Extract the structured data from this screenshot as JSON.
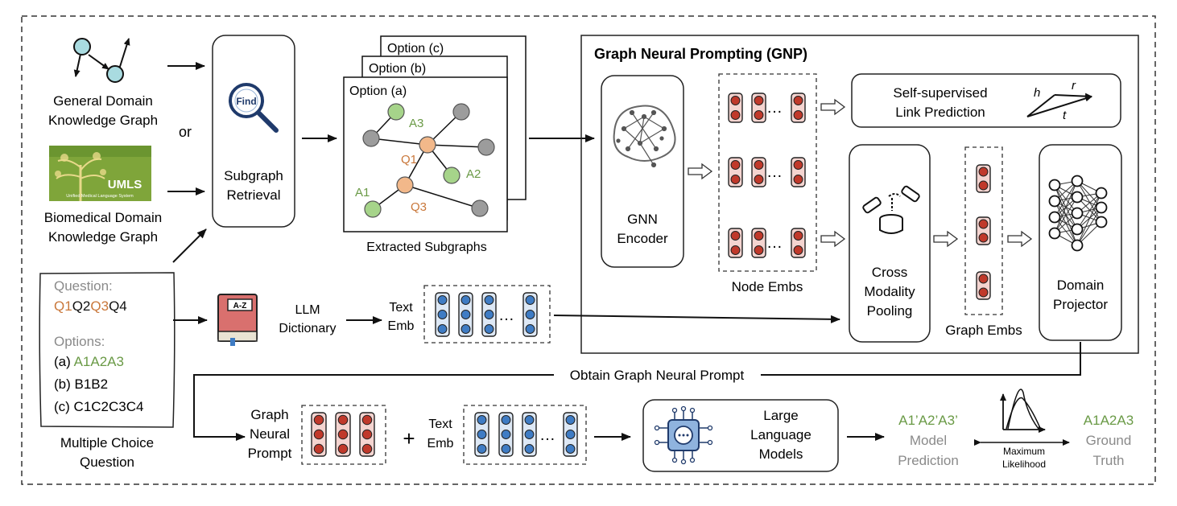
{
  "inputs": {
    "general_kg": [
      "General Domain",
      "Knowledge Graph"
    ],
    "or": "or",
    "umls_logo": "UMLS",
    "umls_tagline": "Unified Medical Language System",
    "biomedical_kg": [
      "Biomedical Domain",
      "Knowledge Graph"
    ]
  },
  "retrieval": {
    "find_label": "Find",
    "label": [
      "Subgraph",
      "Retrieval"
    ]
  },
  "subgraphs": {
    "option_c": "Option (c)",
    "option_b": "Option (b)",
    "option_a": "Option (a)",
    "nodes": {
      "a3": "A3",
      "q1": "Q1",
      "a2": "A2",
      "a1": "A1",
      "q3": "Q3"
    },
    "caption": "Extracted Subgraphs"
  },
  "mcq": {
    "question_label": "Question:",
    "q_tokens": [
      {
        "text": "Q1",
        "color": "#c9773a"
      },
      {
        "text": "Q2",
        "color": "#111111"
      },
      {
        "text": "Q3",
        "color": "#c9773a"
      },
      {
        "text": "Q4",
        "color": "#111111"
      }
    ],
    "options_label": "Options:",
    "option_a_prefix": "(a) ",
    "option_a_value": "A1A2A3",
    "option_b": "(b) B1B2",
    "option_c": "(c) C1C2C3C4",
    "caption": [
      "Multiple Choice",
      "Question"
    ]
  },
  "dictionary": {
    "book_label": "A-Z",
    "label": [
      "LLM",
      "Dictionary"
    ]
  },
  "text_emb_1": [
    "Text",
    "Emb"
  ],
  "ellipsis": "…",
  "gnp": {
    "title": "Graph Neural Prompting (GNP)",
    "gnn_encoder": [
      "GNN",
      "Encoder"
    ],
    "node_embs": "Node Embs",
    "link_pred": [
      "Self-supervised",
      "Link Prediction"
    ],
    "link_symbols": {
      "h": "h",
      "r": "r",
      "t": "t"
    },
    "pooling": [
      "Cross",
      "Modality",
      "Pooling"
    ],
    "graph_embs": "Graph Embs",
    "projector": [
      "Domain",
      "Projector"
    ]
  },
  "obtain_prompt": "Obtain Graph Neural Prompt",
  "bottom": {
    "gnp_prompt": [
      "Graph",
      "Neural",
      "Prompt"
    ],
    "plus": "+",
    "text_emb_2": [
      "Text",
      "Emb"
    ],
    "llm": [
      "Large",
      "Language",
      "Models"
    ],
    "prediction_value": "A1’A2’A3’",
    "prediction_label": [
      "Model",
      "Prediction"
    ],
    "max_likelihood": [
      "Maximum",
      "Likelihood"
    ],
    "truth_value": "A1A2A3",
    "truth_label": [
      "Ground",
      "Truth"
    ]
  },
  "colors": {
    "green": "#6a9a46",
    "orange": "#c9773a",
    "gray_text": "#8a8a8a",
    "node_teal": "#a9dbe0",
    "node_gray": "#9c9c9c",
    "node_green": "#a6d48a",
    "node_orange": "#f2b88a",
    "emb_red": "#c0392b",
    "emb_blue": "#3f7cc4",
    "emb_cell_pink": "#f4d4d0",
    "emb_cell_blue": "#dde8f5"
  }
}
